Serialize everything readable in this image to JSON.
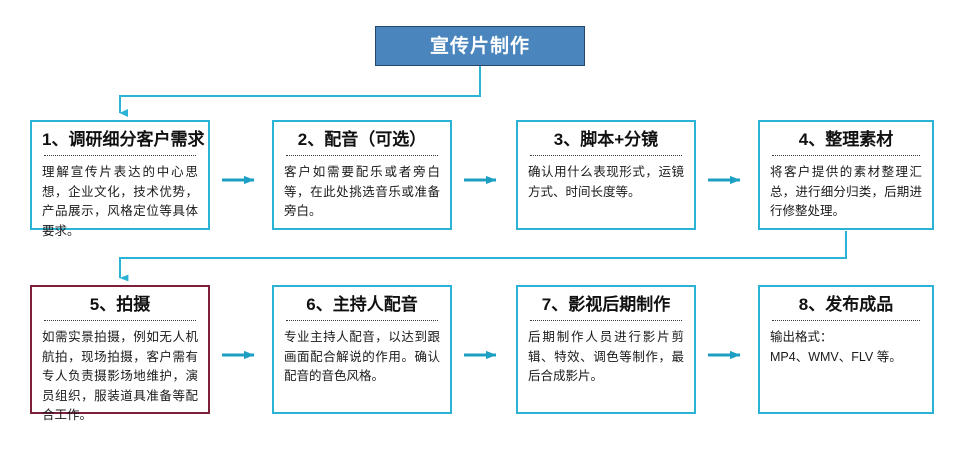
{
  "diagram": {
    "title": "宣传片制作",
    "accent_color": "#2ab3d4",
    "title_fill": "#4a86bd",
    "highlight_border_color": "#7c1f38",
    "steps": [
      {
        "id": 1,
        "heading": "1、调研细分客户需求",
        "body": "理解宣传片表达的中心思想，企业文化，技术优势，产品展示，风格定位等具体要求。",
        "border": "#2ab3d4"
      },
      {
        "id": 2,
        "heading": "2、配音（可选）",
        "body": "客户如需要配乐或者旁白等，在此处挑选音乐或准备旁白。",
        "border": "#2ab3d4"
      },
      {
        "id": 3,
        "heading": "3、脚本+分镜",
        "body": "确认用什么表现形式，运镜方式、时间长度等。",
        "border": "#2ab3d4"
      },
      {
        "id": 4,
        "heading": "4、整理素材",
        "body": "将客户提供的素材整理汇总，进行细分归类，后期进行修整处理。",
        "border": "#2ab3d4"
      },
      {
        "id": 5,
        "heading": "5、拍摄",
        "body": "如需实景拍摄，例如无人机航拍，现场拍摄，客户需有专人负责摄影场地维护，演员组织，服装道具准备等配合工作。",
        "border": "#7c1f38"
      },
      {
        "id": 6,
        "heading": "6、主持人配音",
        "body": "专业主持人配音，以达到跟画面配合解说的作用。确认配音的音色风格。",
        "border": "#2ab3d4"
      },
      {
        "id": 7,
        "heading": "7、影视后期制作",
        "body": "后期制作人员进行影片剪辑、特效、调色等制作，最后合成影片。",
        "border": "#2ab3d4"
      },
      {
        "id": 8,
        "heading": "8、发布成品",
        "body": "输出格式：\nMP4、WMV、FLV 等。",
        "border": "#2ab3d4"
      }
    ],
    "connectors": [
      {
        "name": "title-to-step-1",
        "type": "elbow-down-left-down"
      },
      {
        "name": "step-1-to-step-2",
        "type": "arrow-right"
      },
      {
        "name": "step-2-to-step-3",
        "type": "arrow-right"
      },
      {
        "name": "step-3-to-step-4",
        "type": "arrow-right"
      },
      {
        "name": "step-4-to-step-5",
        "type": "elbow-down-left-down"
      },
      {
        "name": "step-5-to-step-6",
        "type": "arrow-right"
      },
      {
        "name": "step-6-to-step-7",
        "type": "arrow-right"
      },
      {
        "name": "step-7-to-step-8",
        "type": "arrow-right"
      }
    ]
  }
}
